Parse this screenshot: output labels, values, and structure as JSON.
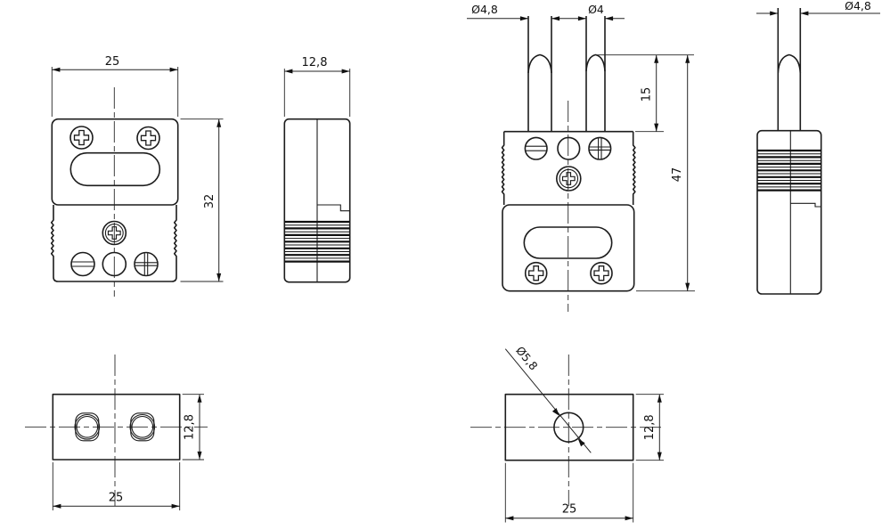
{
  "colors": {
    "line": "#1c1c1c",
    "background": "#ffffff"
  },
  "views": {
    "socket_front": {
      "width": "25",
      "height": "32"
    },
    "socket_side": {
      "width": "12,8"
    },
    "plug_front": {
      "left_pin_diameter": "Ø4,8",
      "right_pin_diameter": "Ø4",
      "pin_length": "15",
      "overall_height": "47"
    },
    "plug_side": {
      "pin_diameter": "Ø4,8"
    },
    "socket_bottom": {
      "depth": "12,8",
      "width": "25"
    },
    "plug_bottom": {
      "cable_hole_diameter": "Ø5,8",
      "depth": "12,8",
      "width": "25"
    }
  }
}
